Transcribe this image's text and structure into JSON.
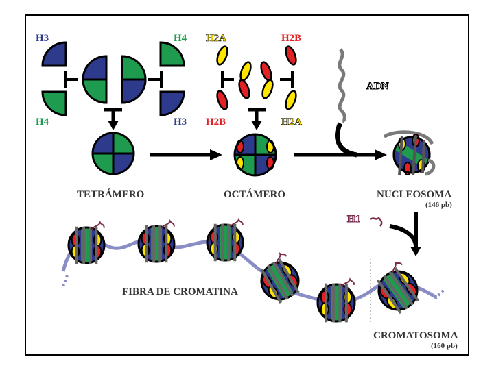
{
  "labels": {
    "h3_top_left": "H3",
    "h4_top_right": "H4",
    "h4_bottom_left": "H4",
    "h3_bottom_right": "H3",
    "h2a_top_left": "H2A",
    "h2b_top_right": "H2B",
    "h2b_bottom_left": "H2B",
    "h2a_bottom_right": "H2A",
    "adn": "ADN",
    "tetramero": "TETRÁMERO",
    "octamero": "OCTÁMERO",
    "nucleosoma": "NUCLEOSOMA",
    "nucleosoma_bp": "(146 pb)",
    "h1": "H1",
    "fibra": "FIBRA DE CROMATINA",
    "cromatosoma": "CROMATOSOMA",
    "cromatosoma_bp": "(160 pb)"
  },
  "colors": {
    "h3": "#2e3a8c",
    "h4": "#1e9b4e",
    "h2a": "#ffe400",
    "h2b": "#e32024",
    "dna": "#8a8cc6",
    "dna_gray": "#7a7a7a",
    "h1": "#7a2a4a"
  }
}
